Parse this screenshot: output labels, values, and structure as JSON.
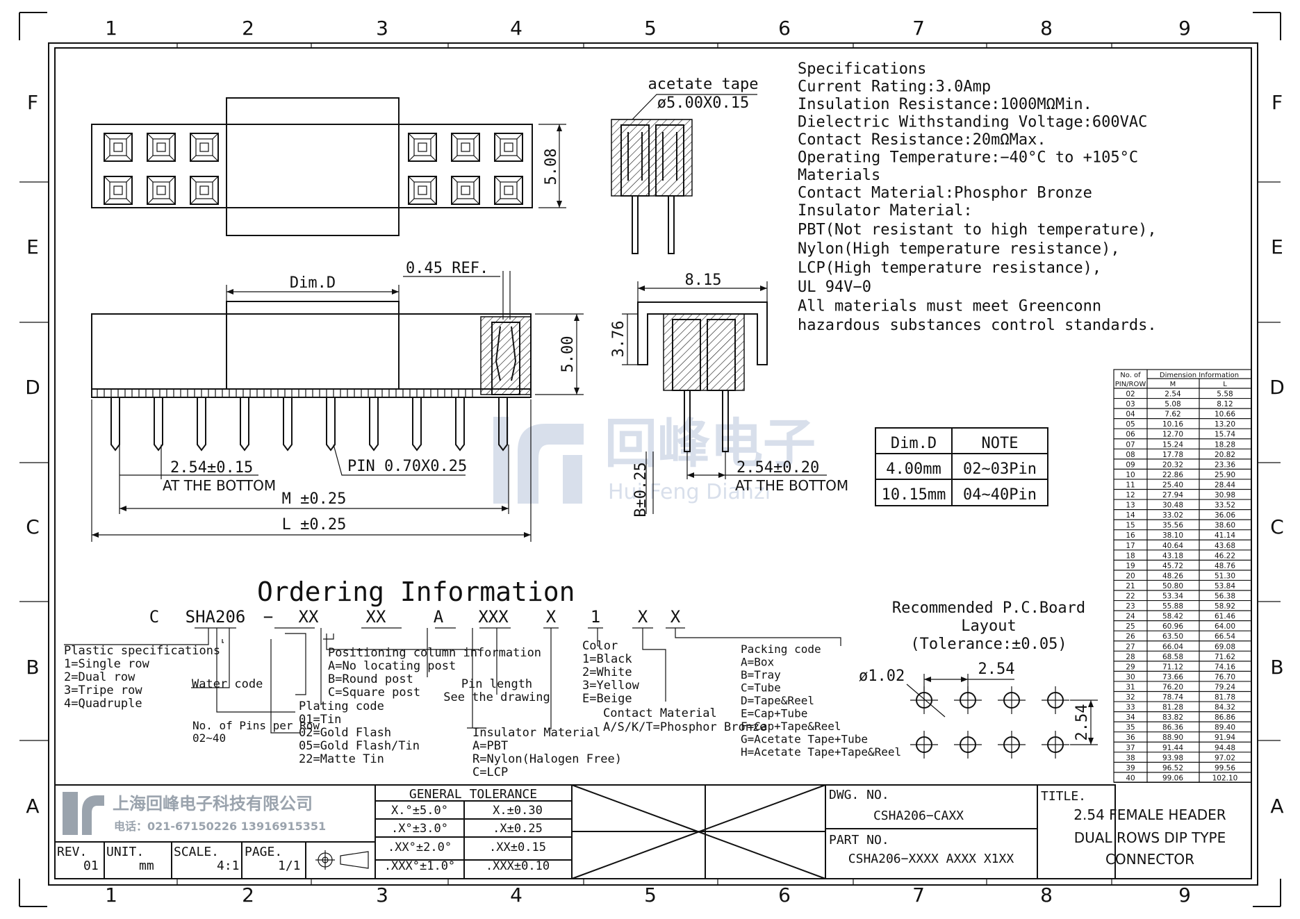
{
  "border": {
    "columns": [
      "1",
      "2",
      "3",
      "4",
      "5",
      "6",
      "7",
      "8",
      "9"
    ],
    "rows": [
      "F",
      "E",
      "D",
      "C",
      "B",
      "A"
    ]
  },
  "specs": {
    "lines": [
      "Specifications",
      "Current  Rating:3.0Amp",
      "Insulation  Resistance:1000MΩMin.",
      "Dielectric  Withstanding  Voltage:600VAC",
      "Contact  Resistance:20mΩMax.",
      "Operating  Temperature:−40°C  to  +105°C",
      "Materials",
      "Contact  Material:Phosphor  Bronze",
      "Insulator  Material:",
      "PBT(Not  resistant  to  high  temperature),",
      "Nylon(High  temperature  resistance),",
      "LCP(High  temperature  resistance),",
      "UL  94V−0",
      "All  materials  must  meet  Greenconn",
      "hazardous  substances  control  standards."
    ]
  },
  "dims": {
    "d508": "5.08",
    "acetate1": "acetate  tape",
    "acetate2": "ø5.00X0.15",
    "d815": "8.15",
    "d376": "3.76",
    "dimd": "Dim.D",
    "ref045": "0.45  REF.",
    "d500": "5.00",
    "pitch": "2.54±0.15",
    "atbottom": "AT THE BOTTOM",
    "pin": "PIN  0.70X0.25",
    "m": "M  ±0.25",
    "l": "L  ±0.25",
    "b025": "B±0.25",
    "pitch2": "2.54±0.20",
    "atbottom2": "AT THE BOTTOM"
  },
  "watermark": {
    "cn": "回峰电子",
    "en": "Hui Feng Dianzi"
  },
  "dimTable": {
    "headers": [
      "Dim.D",
      "NOTE"
    ],
    "rows": [
      [
        "4.00mm",
        "02~03Pin"
      ],
      [
        "10.15mm",
        "04~40Pin"
      ]
    ]
  },
  "pinTable": {
    "h1": "No.  of",
    "h1b": "PIN/ROW",
    "h2": "Dimension  Information",
    "hM": "M",
    "hL": "L",
    "rows": [
      [
        "02",
        "2.54",
        "5.58"
      ],
      [
        "03",
        "5.08",
        "8.12"
      ],
      [
        "04",
        "7.62",
        "10.66"
      ],
      [
        "05",
        "10.16",
        "13.20"
      ],
      [
        "06",
        "12.70",
        "15.74"
      ],
      [
        "07",
        "15.24",
        "18.28"
      ],
      [
        "08",
        "17.78",
        "20.82"
      ],
      [
        "09",
        "20.32",
        "23.36"
      ],
      [
        "10",
        "22.86",
        "25.90"
      ],
      [
        "11",
        "25.40",
        "28.44"
      ],
      [
        "12",
        "27.94",
        "30.98"
      ],
      [
        "13",
        "30.48",
        "33.52"
      ],
      [
        "14",
        "33.02",
        "36.06"
      ],
      [
        "15",
        "35.56",
        "38.60"
      ],
      [
        "16",
        "38.10",
        "41.14"
      ],
      [
        "17",
        "40.64",
        "43.68"
      ],
      [
        "18",
        "43.18",
        "46.22"
      ],
      [
        "19",
        "45.72",
        "48.76"
      ],
      [
        "20",
        "48.26",
        "51.30"
      ],
      [
        "21",
        "50.80",
        "53.84"
      ],
      [
        "22",
        "53.34",
        "56.38"
      ],
      [
        "23",
        "55.88",
        "58.92"
      ],
      [
        "24",
        "58.42",
        "61.46"
      ],
      [
        "25",
        "60.96",
        "64.00"
      ],
      [
        "26",
        "63.50",
        "66.54"
      ],
      [
        "27",
        "66.04",
        "69.08"
      ],
      [
        "28",
        "68.58",
        "71.62"
      ],
      [
        "29",
        "71.12",
        "74.16"
      ],
      [
        "30",
        "73.66",
        "76.70"
      ],
      [
        "31",
        "76.20",
        "79.24"
      ],
      [
        "32",
        "78.74",
        "81.78"
      ],
      [
        "33",
        "81.28",
        "84.32"
      ],
      [
        "34",
        "83.82",
        "86.86"
      ],
      [
        "35",
        "86.36",
        "89.40"
      ],
      [
        "36",
        "88.90",
        "91.94"
      ],
      [
        "37",
        "91.44",
        "94.48"
      ],
      [
        "38",
        "93.98",
        "97.02"
      ],
      [
        "39",
        "96.52",
        "99.56"
      ],
      [
        "40",
        "99.06",
        "102.10"
      ]
    ]
  },
  "ordering": {
    "title": "Ordering  Information",
    "code": [
      "C",
      "SHA206",
      "−",
      "XX",
      "XX",
      "A",
      "XXX",
      "X",
      "1",
      "X",
      "X"
    ],
    "plastic": [
      "Plastic  specifications",
      "1=Single  row",
      "2=Dual  row",
      "3=Tripe  row",
      "4=Quadruple"
    ],
    "water": "Water  code",
    "pins": [
      "No.  of  Pins  per  Row",
      "02~40"
    ],
    "plating": [
      "Plating  code",
      "01=Tin",
      "02=Gold  Flash",
      "05=Gold  Flash/Tin",
      "22=Matte  Tin"
    ],
    "positioning": [
      "Positioning  column  information",
      "A=No  locating  post",
      "B=Round  post",
      "C=Square  post"
    ],
    "pinlen": [
      "Pin  length",
      "See  the  drawing"
    ],
    "insulator": [
      "Insulator  Material",
      "A=PBT",
      "R=Nylon(Halogen  Free)",
      "C=LCP"
    ],
    "color": [
      "Color",
      "1=Black",
      "2=White",
      "3=Yellow",
      "E=Beige"
    ],
    "contact": [
      "Contact  Material",
      "A/S/K/T=Phosphor  Bronze"
    ],
    "packing": [
      "Packing  code",
      "A=Box",
      "B=Tray",
      "C=Tube",
      "D=Tape&Reel",
      "E=Cap+Tube",
      "F=Cap+Tape&Reel",
      "G=Acetate  Tape+Tube",
      "H=Acetate  Tape+Tape&Reel"
    ]
  },
  "pcb": {
    "title": [
      "Recommended  P.C.Board",
      "Layout",
      "(Tolerance:±0.05)"
    ],
    "hole": "ø1.02",
    "pitchH": "2.54",
    "pitchV": "2.54"
  },
  "titleBlock": {
    "company": "上海回峰电子科技有限公司",
    "phone": "电话：021-67150226  13916915351",
    "tolTitle": "GENERAL  TOLERANCE",
    "tol": [
      [
        "X.°±5.0°",
        "X.±0.30"
      ],
      [
        ".X°±3.0°",
        ".X±0.25"
      ],
      [
        ".XX°±2.0°",
        ".XX±0.15"
      ],
      [
        ".XXX°±1.0°",
        ".XXX±0.10"
      ]
    ],
    "rev": "REV.",
    "revVal": "01",
    "unit": "UNIT.",
    "unitVal": "mm",
    "scale": "SCALE.",
    "scaleVal": "4:1",
    "page": "PAGE.",
    "pageVal": "1/1",
    "dwgNo": "DWG.  NO.",
    "dwgVal": "CSHA206−CAXX",
    "partNo": "PART  NO.",
    "partVal": "CSHA206−XXXX  AXXX  X1XX",
    "titleLbl": "TITLE.",
    "title": [
      "2.54  FEMALE  HEADER",
      "DUAL  ROWS  DIP  TYPE",
      "CONNECTOR"
    ]
  },
  "colors": {
    "line": "#111111",
    "watermark": "#b9c6dc",
    "logo": "#9aa3ad"
  }
}
